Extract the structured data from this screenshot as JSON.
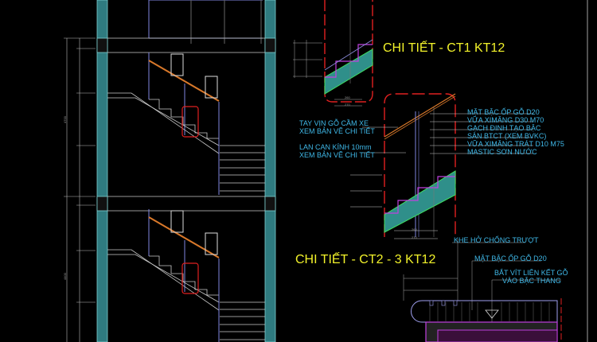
{
  "titles": {
    "ct1": "CHI TIẾT - CT1 KT12",
    "ct23": "CHI TIẾT - CT2 - 3 KT12"
  },
  "ct2_left_labels": [
    "TAY VỊN GỖ CẦM XE",
    "XEM BẢN VẼ CHI TIẾT",
    "LAN CAN KÍNH 10mm",
    "XEM BẢN VẼ CHI TIẾT"
  ],
  "ct2_right_labels": [
    "MẶT BẬC ỐP GỖ D20",
    "VỮA XIMĂNG D30 M70",
    "GẠCH ĐINH TẠO BẬC",
    "SÀN BTCT (XEM BVKC)",
    "VỮA XIMĂNG TRÁT D10 M75",
    "MASTIC SƠN NƯỚC"
  ],
  "ct3_labels": [
    "KHE HỞ CHỐNG TRƯỢT",
    "MẶT BẬC ỐP GỖ D20",
    "BẮT VÍT LIÊN KẾT GỖ",
    "VÀO BẬC THANG"
  ],
  "dimensions": {
    "ct1_tread": "260",
    "ct1_total": "270",
    "ct2_tread": "260",
    "ct2_total": "270",
    "left_total_upper": "4700",
    "left_total_lower": "4400"
  },
  "colors": {
    "background": "#000000",
    "wall": "#3a8a8c",
    "title": "#f2f22a",
    "label": "#3fb8e8",
    "handrail": "#d8782a",
    "detail_box": "#e02020",
    "glass": "#7f86e0"
  }
}
